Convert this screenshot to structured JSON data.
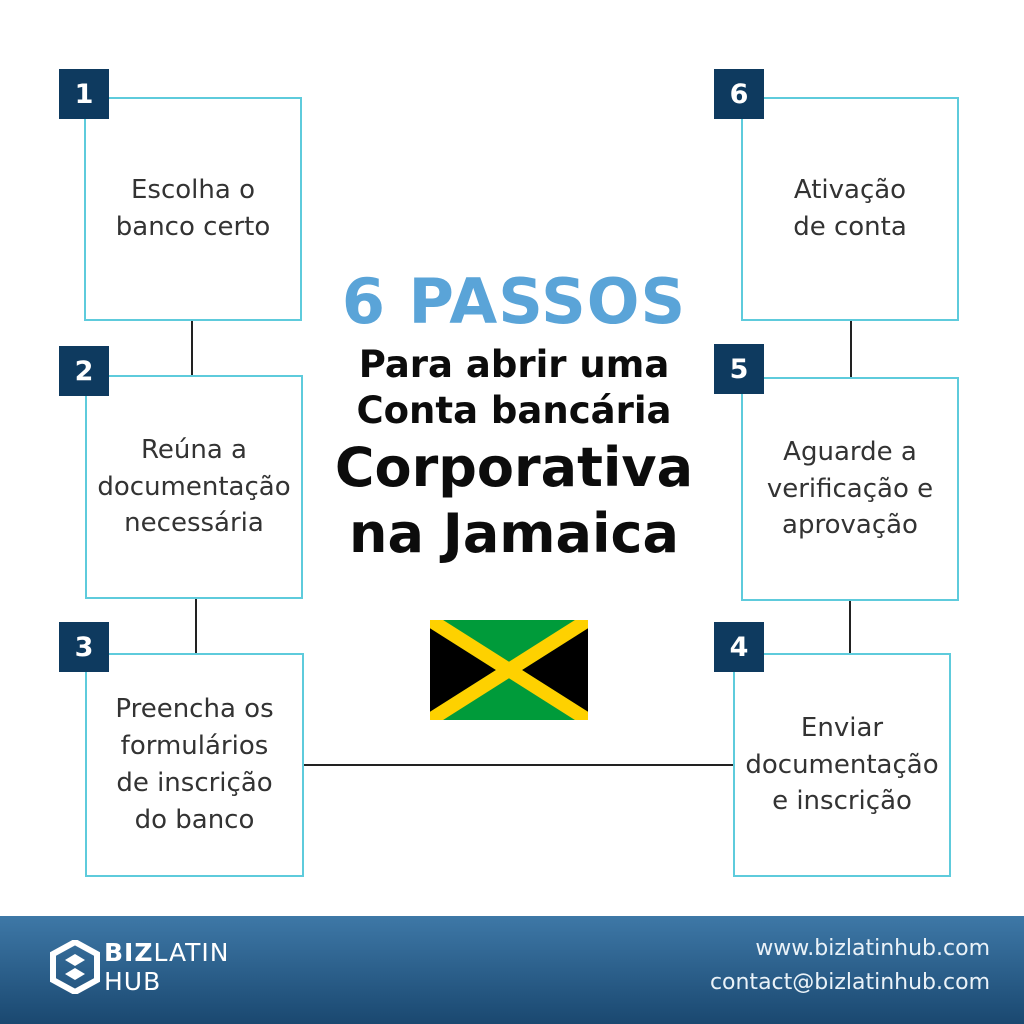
{
  "headline": {
    "steps_title": "6 PASSOS",
    "line1": "Para abrir uma",
    "line2": "Conta bancária",
    "line3": "Corporativa",
    "line4": "na Jamaica"
  },
  "steps": [
    {
      "number": "1",
      "text": "Escolha o\nbanco certo"
    },
    {
      "number": "2",
      "text": "Reúna a\ndocumentação\nnecessária"
    },
    {
      "number": "3",
      "text": "Preencha os\nformulários\nde inscrição\ndo banco"
    },
    {
      "number": "4",
      "text": "Enviar\ndocumentação\ne inscrição"
    },
    {
      "number": "5",
      "text": "Aguarde a\nverificação e\naprovação"
    },
    {
      "number": "6",
      "text": "Ativação\nde conta"
    }
  ],
  "flag": {
    "green": "#009b3a",
    "gold": "#fed100",
    "black": "#000000"
  },
  "footer": {
    "logo_line1_bold": "BIZ",
    "logo_line1_light": "LATIN",
    "logo_line2": "HUB",
    "website": "www.bizlatinhub.com",
    "email": "contact@bizlatinhub.com"
  },
  "colors": {
    "box_border": "#5ecbdc",
    "badge": "#0e3a5f",
    "title_blue": "#5aa4d8",
    "footer": "#2a5c88"
  }
}
